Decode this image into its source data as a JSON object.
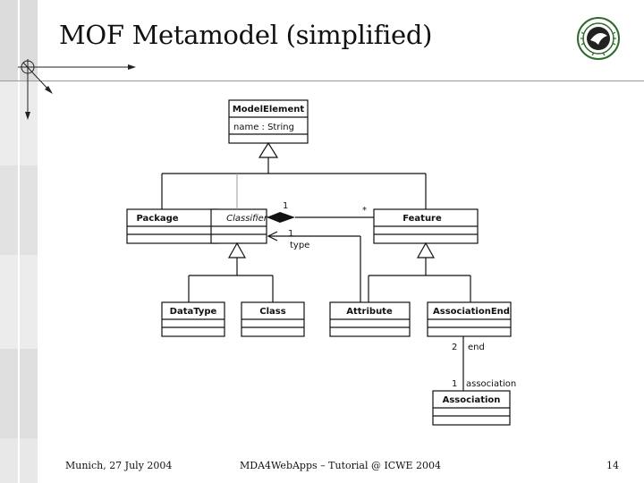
{
  "slide": {
    "title": "MOF Metamodel (simplified)",
    "footer_left": "Munich, 27 July 2004",
    "footer_center": "MDA4WebApps – Tutorial @ ICWE 2004",
    "page_number": "14"
  },
  "diagram": {
    "classes": {
      "model_element": {
        "name": "ModelElement",
        "attribute": "name : String"
      },
      "package": {
        "name": "Package"
      },
      "classifier": {
        "name": "Classifier"
      },
      "feature": {
        "name": "Feature"
      },
      "data_type": {
        "name": "DataType"
      },
      "class": {
        "name": "Class"
      },
      "attribute": {
        "name": "Attribute"
      },
      "association_end": {
        "name": "AssociationEnd"
      },
      "association": {
        "name": "Association"
      }
    },
    "labels": {
      "classifier_mult_one": "1",
      "feature_mult_many": "*",
      "type_mult": "1",
      "type_role": "type",
      "end_mult": "2",
      "end_role": "end",
      "association_mult": "1",
      "association_role": "association"
    }
  },
  "colors": {
    "sidebar_light": "#efefef",
    "sidebar_mid": "#d9d9d9",
    "rule_line": "#9a9a9a",
    "logo_green": "#2f6b2a"
  },
  "icons": [
    "university-seal-logo",
    "coordinate-axes-icon"
  ]
}
